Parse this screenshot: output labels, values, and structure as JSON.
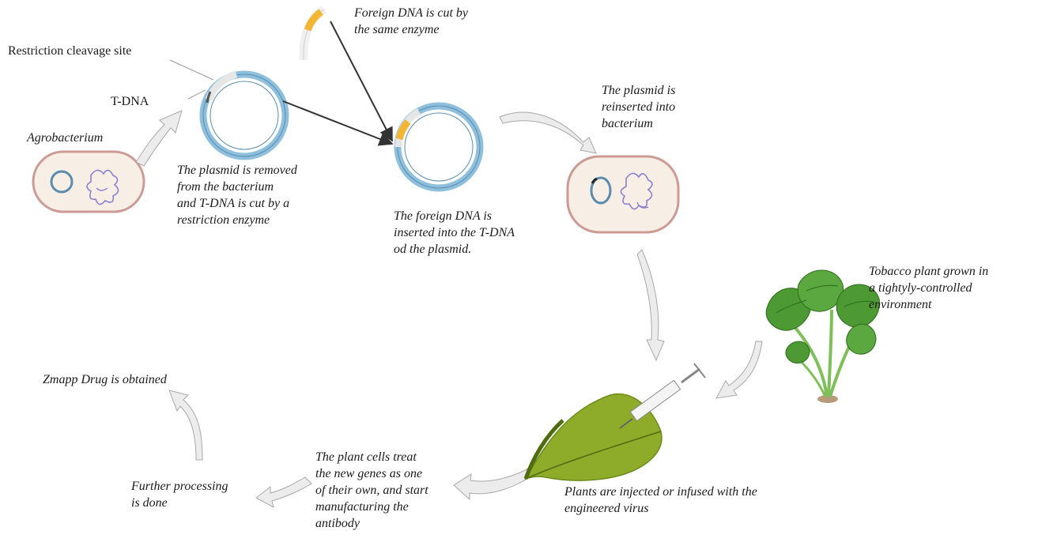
{
  "labels": {
    "restriction_site": "Restriction cleavage site",
    "tdna": "T-DNA",
    "agrobacterium": "Agrobacterium",
    "foreign_dna_cut": [
      "Foreign DNA is cut by",
      "the same enzyme"
    ],
    "plasmid_removed": [
      "The plasmid is removed",
      "from the bacterium",
      "and T-DNA is cut by a",
      "restriction enzyme"
    ],
    "foreign_inserted": [
      "The foreign DNA is",
      "inserted into the T-DNA",
      "od the plasmid."
    ],
    "plasmid_reinserted": [
      "The plasmid is",
      "reinserted into",
      "bacterium"
    ],
    "tobacco": [
      "Tobacco plant grown in",
      "a tightyly-controlled",
      "environment"
    ],
    "injected": [
      "Plants are injected or infused with the",
      "engineered virus"
    ],
    "plant_cells": [
      "The plant cells treat",
      "the new genes as one",
      "of their own, and start",
      "manufacturing the",
      "antibody"
    ],
    "further": [
      "Further processing",
      "is done"
    ],
    "zmapp": "Zmapp Drug is obtained"
  },
  "colors": {
    "plasmid": "#8ec0de",
    "plasmid_dark": "#5b8cae",
    "foreign_dna": "#f2b632",
    "cell_fill": "#f7efe6",
    "cell_border": "#cc9b95",
    "chromosome": "#8a7fd0",
    "arrow_fill": "#ececec",
    "arrow_stroke": "#a9a9a9",
    "leaf": "#8eac2a",
    "leaf_dark": "#4f6d10",
    "plant_leaf": "#4d9a35",
    "plant_stem": "#7fbf5a"
  }
}
